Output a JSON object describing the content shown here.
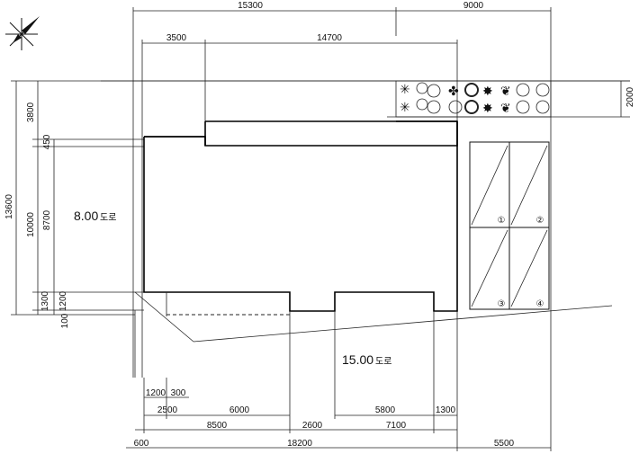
{
  "dimensions": {
    "top": [
      "15300",
      "9000"
    ],
    "second": [
      "3500",
      "14700"
    ],
    "right": "2000",
    "left_outer": "13600",
    "left_mid": [
      "3800",
      "10000",
      "1300",
      "100"
    ],
    "left_inner": [
      "450",
      "8700",
      "1200"
    ],
    "bottom_row1": [
      "1200",
      "300"
    ],
    "bottom_row2": [
      "2500",
      "6000",
      "5800",
      "1300"
    ],
    "bottom_row3": [
      "8500",
      "2600",
      "7100"
    ],
    "bottom_row4": [
      "600",
      "18200",
      "5500"
    ]
  },
  "roads": {
    "left_width": "8.00",
    "left_suffix": "도로",
    "bottom_width": "15.00",
    "bottom_suffix": "도로"
  },
  "parking": [
    "①",
    "②",
    "③",
    "④"
  ],
  "icons": {
    "north": "north-arrow-icon",
    "trees": "tree-symbol-icon"
  }
}
